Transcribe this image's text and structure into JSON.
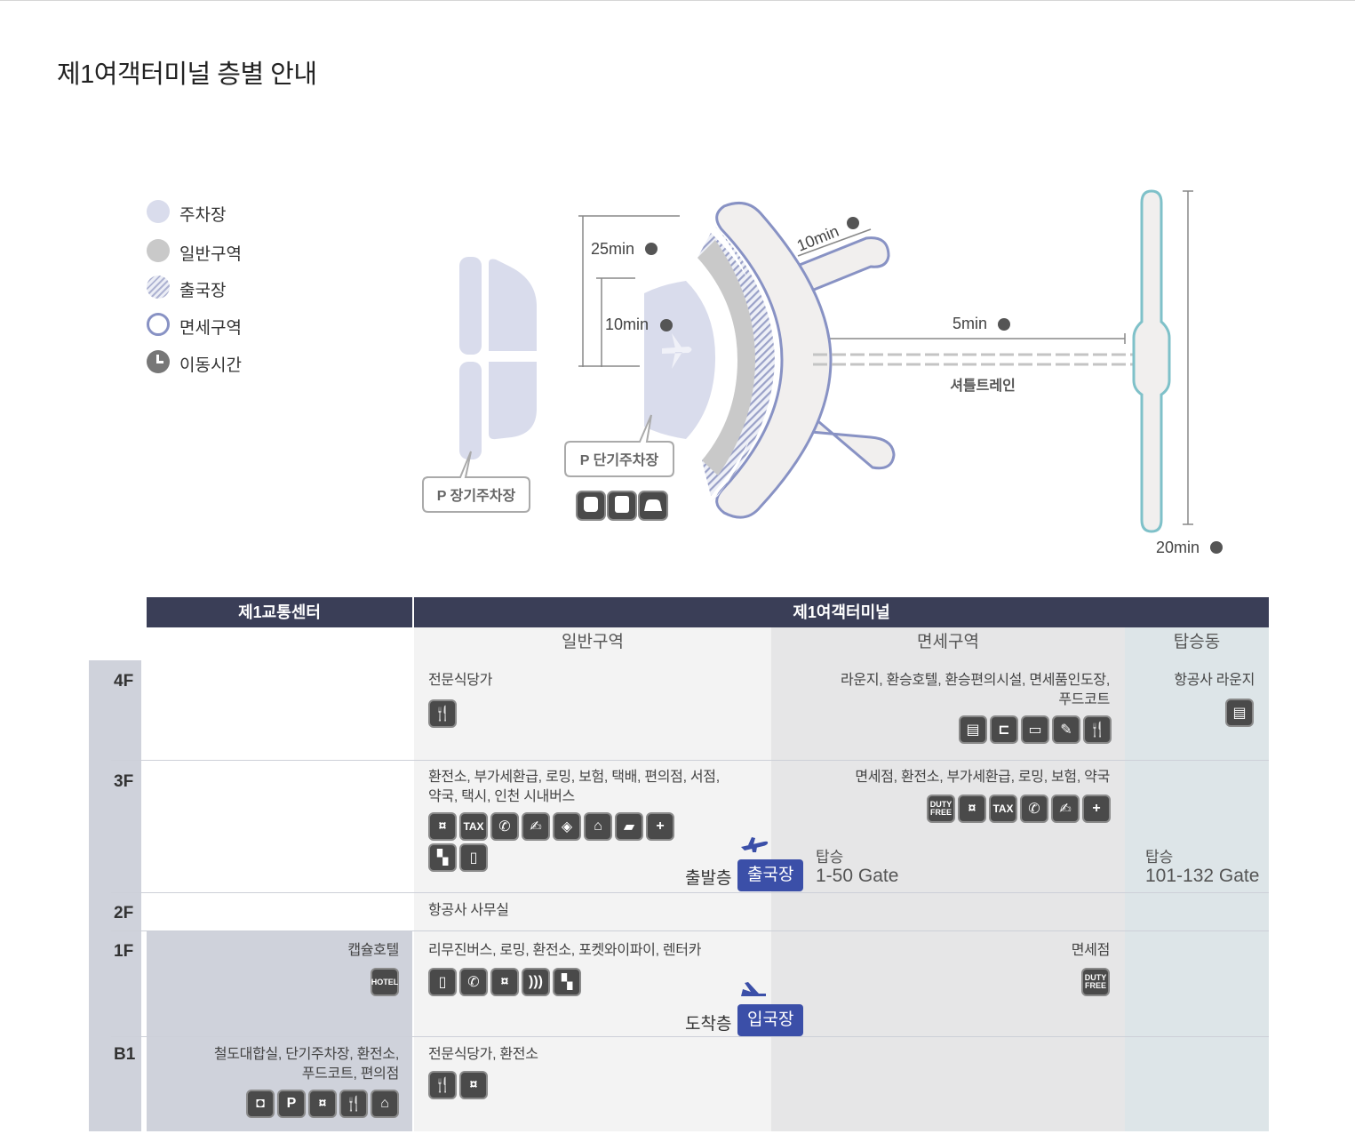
{
  "page": {
    "title": "제1여객터미널 층별 안내"
  },
  "legend": [
    {
      "key": "parking",
      "label": "주차장"
    },
    {
      "key": "general",
      "label": "일반구역"
    },
    {
      "key": "departure",
      "label": "출국장"
    },
    {
      "key": "dutyfree",
      "label": "면세구역"
    },
    {
      "key": "clock",
      "label": "이동시간"
    }
  ],
  "map": {
    "time_25": "25min",
    "time_10_parking": "10min",
    "time_10_concourse": "10min",
    "time_5": "5min",
    "time_20": "20min",
    "shuttle_label": "셔틀트레인",
    "long_term_parking": "P 장기주차장",
    "short_term_parking": "P 단기주차장",
    "transport_icons": [
      "train-icon",
      "bus-icon",
      "taxi-icon"
    ]
  },
  "colors": {
    "header_bg": "#3a3e57",
    "badge_bg": "#3b4fa8",
    "parking": "#d9dcec",
    "general_zone": "#c9c9c9",
    "dutyfree_outline": "#8892c4",
    "concourse_outline": "#7fc1c9"
  },
  "table": {
    "header_left": "제1교통센터",
    "header_right": "제1여객터미널",
    "sub_general": "일반구역",
    "sub_dutyfree": "면세구역",
    "sub_concourse": "탑승동",
    "floors": {
      "f4": {
        "label": "4F",
        "general": "전문식당가",
        "dutyfree": "라운지, 환승호텔, 환승편의시설, 면세품인도장,\n푸드코트",
        "concourse": "항공사 라운지"
      },
      "f3": {
        "label": "3F",
        "general": "환전소, 부가세환급, 로밍, 보험, 택배, 편의점, 서점,\n약국, 택시, 인천 시내버스",
        "dutyfree": "면세점, 환전소, 부가세환급, 로밍, 보험, 약국",
        "departure_floor": "출발층",
        "departure_badge": "출국장",
        "gate_label_1": "탑승",
        "gate_range_1": "1-50 Gate",
        "gate_label_2": "탑승",
        "gate_range_2": "101-132 Gate"
      },
      "f2": {
        "label": "2F",
        "general": "항공사 사무실"
      },
      "f1": {
        "label": "1F",
        "transport": "캡슐호텔",
        "general": "리무진버스, 로밍, 환전소, 포켓와이파이, 렌터카",
        "dutyfree": "면세점",
        "arrival_floor": "도착층",
        "arrival_badge": "입국장"
      },
      "b1": {
        "label": "B1",
        "transport": "철도대합실, 단기주차장, 환전소,\n푸드코트, 편의점",
        "general": "전문식당가, 환전소"
      }
    },
    "icon_text": {
      "tax": "TAX",
      "duty_free": "DUTY\nFREE",
      "hotel": "HOTEL",
      "parking": "P",
      "plus": "+"
    }
  }
}
